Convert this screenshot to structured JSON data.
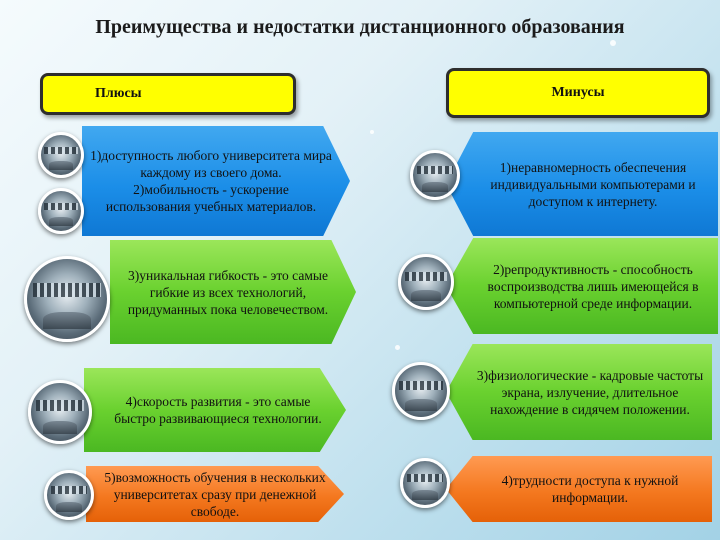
{
  "title": "Преимущества и недостатки дистанционного образования",
  "pros_header": "Плюсы",
  "cons_header": "Минусы",
  "pros": [
    "1)доступность любого университета мира каждому из своего дома.",
    "2)мобильность - ускорение использования учебных материалов.",
    "3)уникальная гибкость - это самые гибкие из всех технологий, придуманных пока человечеством.",
    "4)скорость развития - это самые быстро развивающиеся технологии.",
    "5)возможность обучения в нескольких университетах сразу при денежной свободе."
  ],
  "cons": [
    "1)неравномерность обеспечения индивидуальными компьютерами и доступом к интернету.",
    "2)репродуктивность - способность воспроизводства лишь имеющейся в компьютерной среде информации.",
    "3)физиологические - кадровые частоты экрана, излучение, длительное нахождение в сидячем положении.",
    "4)трудности доступа к нужной информации."
  ],
  "colors": {
    "blue": "#1b8ee8",
    "green": "#6ad12f",
    "orange": "#f4781f",
    "header": "#ffff00"
  },
  "icons": [
    "computer-lab-photo"
  ]
}
